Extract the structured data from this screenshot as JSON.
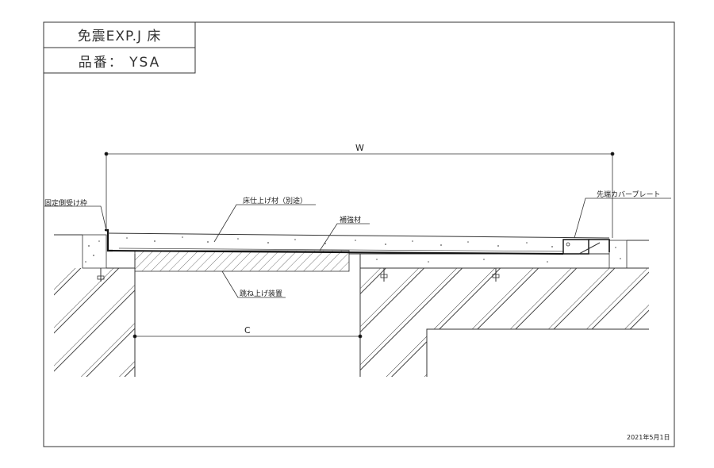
{
  "title_block": {
    "name": "免震EXP.J 床",
    "part_number": "品番： YSA"
  },
  "dimensions": {
    "overall_width": "W",
    "clearance": "C"
  },
  "callouts": {
    "fixed_side_frame": "固定側受け枠",
    "floor_finish": "床仕上げ材（別途）",
    "reinforcement": "補強材",
    "tip_cover_plate": "先端カバープレート",
    "lift_device": "跳ね上げ装置"
  },
  "date": "2021年5月1日"
}
